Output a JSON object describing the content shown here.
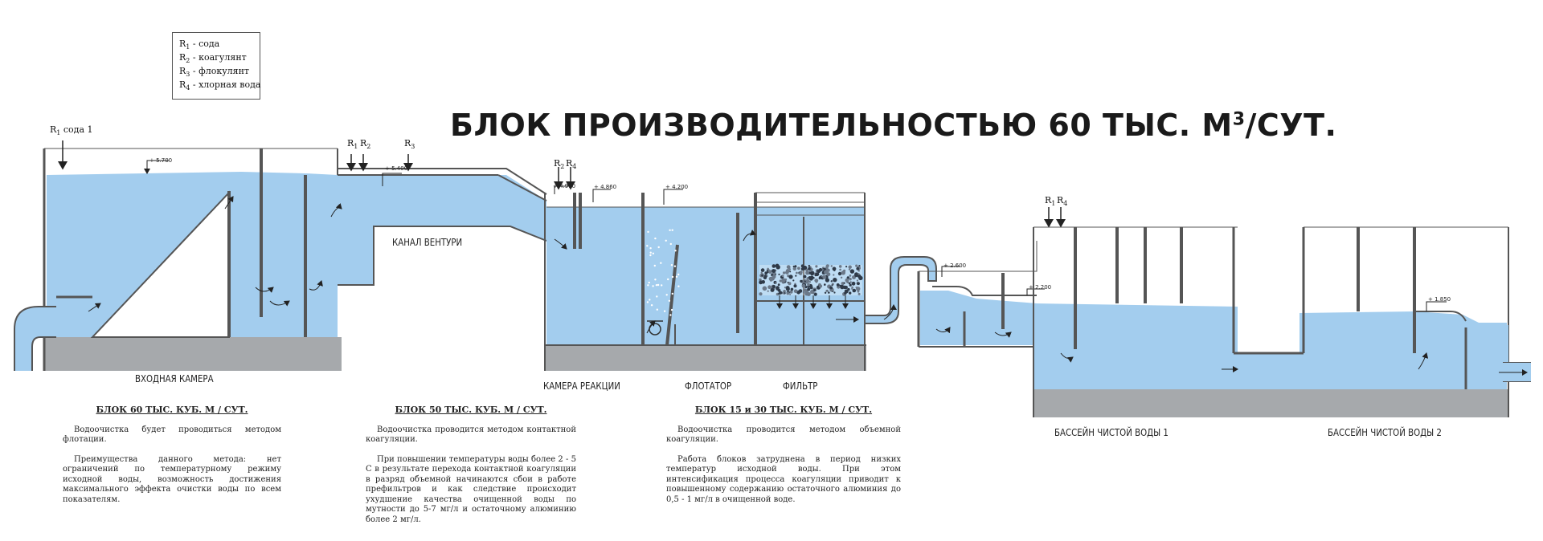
{
  "title": {
    "main": "БЛОК ПРОИЗВОДИТЕЛЬНОСТЬЮ 60 ТЫС. М",
    "sup": "3",
    "tail": "/СУТ."
  },
  "legend": [
    {
      "r": "R",
      "n": "1",
      "text": "-  сода"
    },
    {
      "r": "R",
      "n": "2",
      "text": "-  коагулянт"
    },
    {
      "r": "R",
      "n": "3",
      "text": "-  флокулянт"
    },
    {
      "r": "R",
      "n": "4",
      "text": "-  хлорная вода"
    }
  ],
  "reagents": {
    "r1_soda": {
      "r": "R",
      "n": "1",
      "text": " сода 1"
    },
    "r1": {
      "r": "R",
      "n": "1"
    },
    "r2": {
      "r": "R",
      "n": "2"
    },
    "r3": {
      "r": "R",
      "n": "3"
    },
    "r4": {
      "r": "R",
      "n": "4"
    }
  },
  "levels": {
    "l5700": "+ 5.700",
    "l5400": "+ 5.400",
    "l4990": "+ 4.990",
    "l4860": "+ 4.860",
    "l4200": "+ 4.200",
    "l2600": "+ 2.600",
    "l2200": "+ 2.200",
    "l1850": "+ 1.850"
  },
  "labels": {
    "inlet": "ВХОДНАЯ КАМЕРА",
    "venturi": "КАНАЛ ВЕНТУРИ",
    "reaction": "КАМЕРА РЕАКЦИИ",
    "flotator": "ФЛОТАТОР",
    "filter": "ФИЛЬТР",
    "basin1": "БАССЕЙН ЧИСТОЙ ВОДЫ 1",
    "basin2": "БАССЕЙН ЧИСТОЙ ВОДЫ 2"
  },
  "blocks": [
    {
      "title": "БЛОК 60 ТЫС. КУБ. М / СУТ.",
      "p1": "Водоочистка будет проводиться методом флотации.",
      "p2": "Преимущества данного метода: нет ограничений по температурному режиму исходной воды, возможность достижения максимального эффекта очистки воды по всем показателям.",
      "p3": ""
    },
    {
      "title": "БЛОК  50 ТЫС. КУБ. М / СУТ.",
      "p1": "Водоочистка проводится методом контактной коагуляции.",
      "p2": "При повышении температуры воды более 2 - 5 С в результате перехода контактной коагуляции в разряд объемной начинаются сбои в работе префильтров и как следствие происходит ухудшение качества очищенной воды по мутности до 5-7 мг/л и остаточному алюминию более 2 мг/л.",
      "p3": ""
    },
    {
      "title": "БЛОК 15 и 30 ТЫС. КУБ. М / СУТ.",
      "p1": "Водоочистка проводится методом объемной коагуляции.",
      "p2": "Работа блоков затруднена в период низких температур исходной воды. При этом интенсификация процесса коагуляции приводит к повышенному содержанию остаточного алюминия до 0,5 - 1 мг/л в очищенной воде.",
      "p3": ""
    }
  ],
  "colors": {
    "water": "#a3cdee",
    "concrete": "#a6a9ac",
    "wall": "#555555"
  }
}
